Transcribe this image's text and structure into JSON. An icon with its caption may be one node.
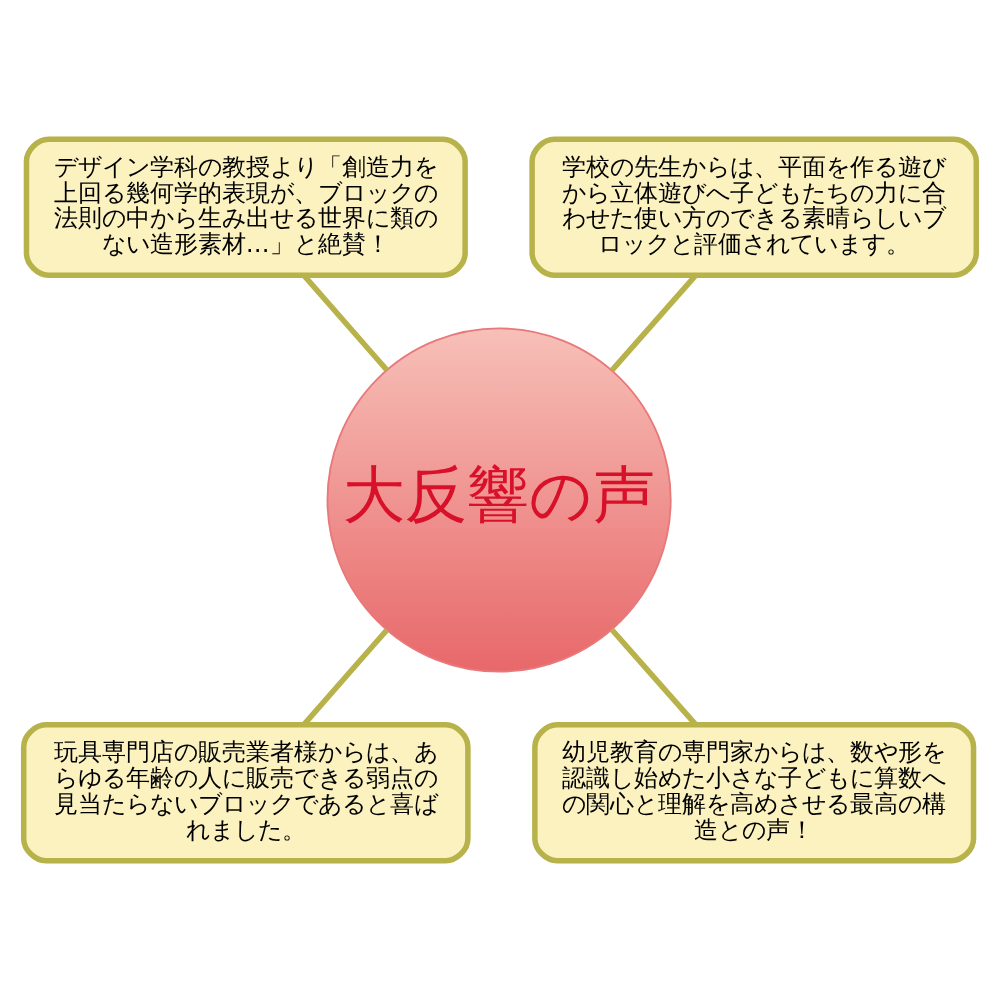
{
  "diagram": {
    "nodes": [
      {
        "text": [
          "デザイン学科の教授より「創造力を上回る幾何学的表現が、ブロックの法則の中から生み出せる世界に類のない造形素材…」と絶賛！"
        ]
      },
      {
        "text": [
          "学校の先生からは、平面を作る遊びから立体遊びへ子どもたちの力に合わせた使い方のできる素晴らしいブロックと評価されています。"
        ]
      },
      {
        "text": [
          "大反響の声"
        ]
      },
      {
        "text": [
          "玩具専門店の販売業者様からは、あらゆる年齢の人に販売できる弱点の見当たらないブロックであると喜ばれました。"
        ]
      },
      {
        "text": [
          "幼児教育の専門家からは、数や形を認識し始めた小さな子どもに算数への関心と理解を高めさせる最高の構造との声！"
        ]
      }
    ],
    "edges": [
      {
        "from": 0,
        "to": 2,
        "arrow": "none"
      },
      {
        "from": 1,
        "to": 2,
        "arrow": "none"
      },
      {
        "from": 3,
        "to": 2,
        "arrow": "none"
      },
      {
        "from": 4,
        "to": 2,
        "arrow": "none"
      }
    ]
  }
}
